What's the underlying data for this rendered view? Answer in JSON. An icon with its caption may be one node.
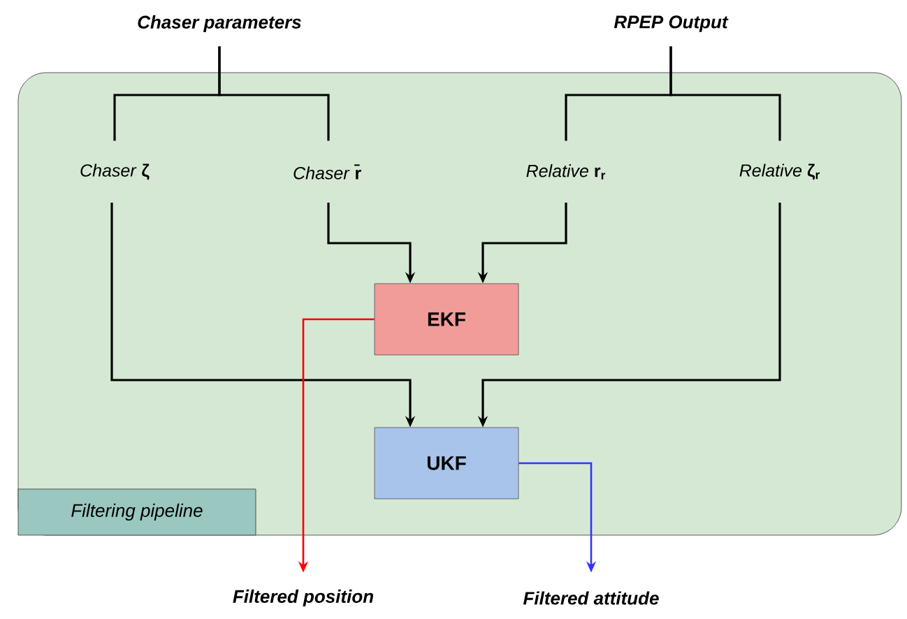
{
  "diagram": {
    "nodes": [
      {
        "text": [
          "Filtering pipeline"
        ]
      },
      {
        "text": [
          "Chaser parameters"
        ]
      },
      {
        "text": [
          "RPEP Output"
        ]
      },
      {
        "text": [
          "*Chaser* **ζ**"
        ],
        "in": 0
      },
      {
        "text": [
          "*Chaser* **r̄**"
        ],
        "in": 0
      },
      {
        "text": [
          "*Relative* **r$_{r}$**"
        ],
        "in": 0
      },
      {
        "text": [
          "*Relative* **ζ$_{r}$**"
        ],
        "in": 0
      },
      {
        "text": [
          "EKF"
        ],
        "in": 0
      },
      {
        "text": [
          "UKF"
        ],
        "in": 0
      },
      {
        "text": [
          "Filtered position"
        ]
      },
      {
        "text": [
          "Filtered attitude"
        ]
      }
    ],
    "edges": [
      {
        "from": 1,
        "to": 3,
        "arrow": "none"
      },
      {
        "from": 1,
        "to": 4,
        "arrow": "none"
      },
      {
        "from": 2,
        "to": 5,
        "arrow": "none"
      },
      {
        "from": 2,
        "to": 6,
        "arrow": "none"
      },
      {
        "from": 4,
        "to": 7,
        "arrow": "to"
      },
      {
        "from": 5,
        "to": 7,
        "arrow": "to"
      },
      {
        "from": 3,
        "to": 8,
        "arrow": "to"
      },
      {
        "from": 6,
        "to": 8,
        "arrow": "to"
      },
      {
        "from": 7,
        "to": 9,
        "arrow": "to",
        "color": "#ff0000"
      },
      {
        "from": 8,
        "to": 10,
        "arrow": "to",
        "color": "#3333ff"
      }
    ]
  }
}
